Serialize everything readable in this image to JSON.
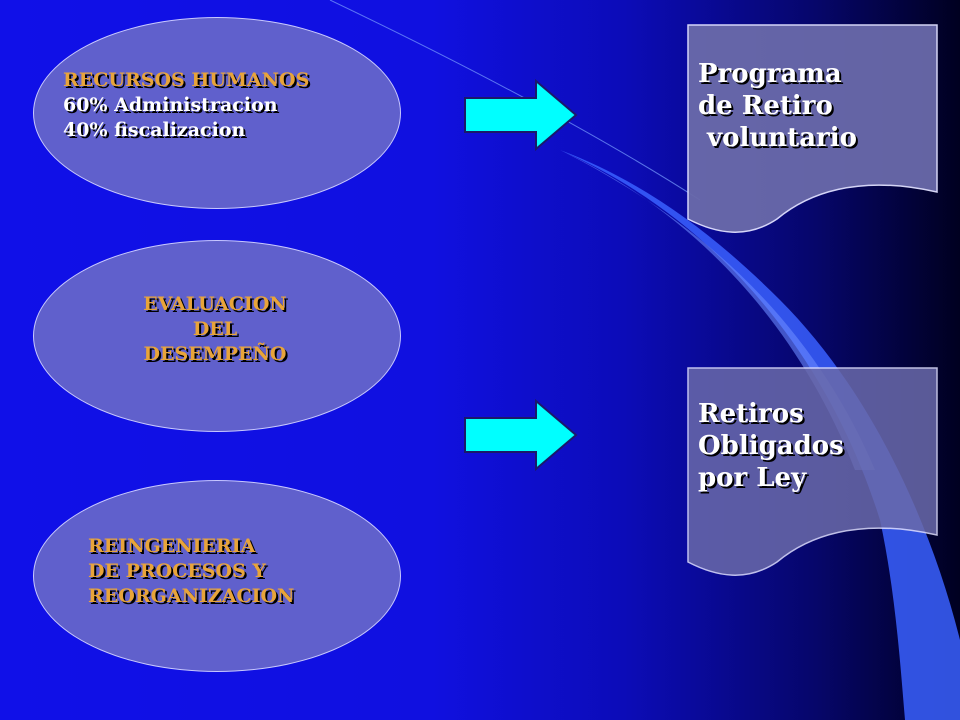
{
  "ovals": [
    {
      "lines": [
        {
          "text": "RECURSOS HUMANOS",
          "color": "#e8a43a"
        },
        {
          "text": "60% Administracion",
          "color": "#ffffff"
        },
        {
          "text": "40% fiscalizacion",
          "color": "#ffffff"
        }
      ]
    },
    {
      "lines": [
        {
          "text": "EVALUACION",
          "color": "#e8a43a"
        },
        {
          "text": "DEL",
          "color": "#e8a43a"
        },
        {
          "text": "DESEMPEÑO",
          "color": "#e8a43a"
        }
      ]
    },
    {
      "lines": [
        {
          "text": "REINGENIERIA",
          "color": "#e8a43a"
        },
        {
          "text": "DE PROCESOS Y",
          "color": "#e8a43a"
        },
        {
          "text": "REORGANIZACION",
          "color": "#e8a43a"
        }
      ]
    }
  ],
  "documents": [
    {
      "lines": [
        "Programa",
        "de Retiro",
        " voluntario"
      ]
    },
    {
      "lines": [
        "Retiros",
        "Obligados",
        "por Ley"
      ]
    }
  ],
  "colors": {
    "background": "#1010e8",
    "oval_fill": "#6060cc",
    "arrow_fill": "#00ffff",
    "document_fill": "#6a6aaa",
    "swoosh": "#3a60ff"
  }
}
